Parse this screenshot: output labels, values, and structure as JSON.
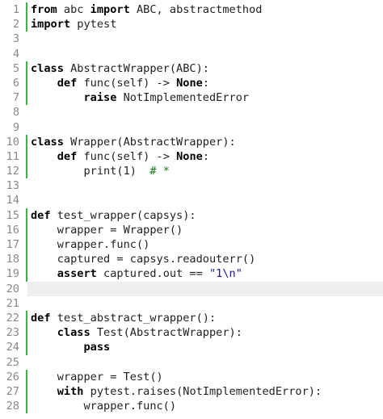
{
  "editor": {
    "lines": [
      {
        "n": "1",
        "bar": true,
        "segs": [
          {
            "t": "from",
            "k": "kw"
          },
          {
            "t": " abc "
          },
          {
            "t": "import",
            "k": "kw"
          },
          {
            "t": " ABC, abstractmethod"
          }
        ]
      },
      {
        "n": "2",
        "bar": true,
        "segs": [
          {
            "t": "import",
            "k": "kw"
          },
          {
            "t": " pytest"
          }
        ]
      },
      {
        "n": "3",
        "bar": false,
        "segs": []
      },
      {
        "n": "4",
        "bar": false,
        "segs": []
      },
      {
        "n": "5",
        "bar": true,
        "segs": [
          {
            "t": "class",
            "k": "kw"
          },
          {
            "t": " AbstractWrapper(ABC):"
          }
        ]
      },
      {
        "n": "6",
        "bar": true,
        "segs": [
          {
            "t": "    "
          },
          {
            "t": "def",
            "k": "kw"
          },
          {
            "t": " func(self) -> "
          },
          {
            "t": "None",
            "k": "kw"
          },
          {
            "t": ":"
          }
        ]
      },
      {
        "n": "7",
        "bar": true,
        "segs": [
          {
            "t": "        "
          },
          {
            "t": "raise",
            "k": "kw"
          },
          {
            "t": " NotImplementedError"
          }
        ]
      },
      {
        "n": "8",
        "bar": false,
        "segs": []
      },
      {
        "n": "9",
        "bar": false,
        "segs": []
      },
      {
        "n": "10",
        "bar": true,
        "segs": [
          {
            "t": "class",
            "k": "kw"
          },
          {
            "t": " Wrapper(AbstractWrapper):"
          }
        ]
      },
      {
        "n": "11",
        "bar": true,
        "segs": [
          {
            "t": "    "
          },
          {
            "t": "def",
            "k": "kw"
          },
          {
            "t": " func(self) -> "
          },
          {
            "t": "None",
            "k": "kw"
          },
          {
            "t": ":"
          }
        ]
      },
      {
        "n": "12",
        "bar": true,
        "segs": [
          {
            "t": "        print(1)  "
          },
          {
            "t": "# *",
            "k": "cmt"
          }
        ]
      },
      {
        "n": "13",
        "bar": false,
        "segs": []
      },
      {
        "n": "14",
        "bar": false,
        "segs": []
      },
      {
        "n": "15",
        "bar": true,
        "segs": [
          {
            "t": "def",
            "k": "kw"
          },
          {
            "t": " test_wrapper(capsys):"
          }
        ]
      },
      {
        "n": "16",
        "bar": true,
        "segs": [
          {
            "t": "    wrapper = Wrapper()"
          }
        ]
      },
      {
        "n": "17",
        "bar": true,
        "segs": [
          {
            "t": "    wrapper.func()"
          }
        ]
      },
      {
        "n": "18",
        "bar": true,
        "segs": [
          {
            "t": "    captured = capsys.readouterr()"
          }
        ]
      },
      {
        "n": "19",
        "bar": true,
        "segs": [
          {
            "t": "    "
          },
          {
            "t": "assert",
            "k": "kw"
          },
          {
            "t": " captured.out == "
          },
          {
            "t": "\"1\\n\"",
            "k": "str"
          }
        ]
      },
      {
        "n": "20",
        "bar": false,
        "cur": true,
        "segs": []
      },
      {
        "n": "21",
        "bar": false,
        "segs": []
      },
      {
        "n": "22",
        "bar": true,
        "segs": [
          {
            "t": "def",
            "k": "kw"
          },
          {
            "t": " test_abstract_wrapper():"
          }
        ]
      },
      {
        "n": "23",
        "bar": true,
        "segs": [
          {
            "t": "    "
          },
          {
            "t": "class",
            "k": "kw"
          },
          {
            "t": " Test(AbstractWrapper):"
          }
        ]
      },
      {
        "n": "24",
        "bar": true,
        "segs": [
          {
            "t": "        "
          },
          {
            "t": "pass",
            "k": "kw"
          }
        ]
      },
      {
        "n": "25",
        "bar": false,
        "segs": []
      },
      {
        "n": "26",
        "bar": true,
        "segs": [
          {
            "t": "    wrapper = Test()"
          }
        ]
      },
      {
        "n": "27",
        "bar": true,
        "segs": [
          {
            "t": "    "
          },
          {
            "t": "with",
            "k": "kw"
          },
          {
            "t": " pytest.raises(NotImplementedError):"
          }
        ]
      },
      {
        "n": "28",
        "bar": true,
        "segs": [
          {
            "t": "        wrapper.func()"
          }
        ]
      }
    ]
  }
}
